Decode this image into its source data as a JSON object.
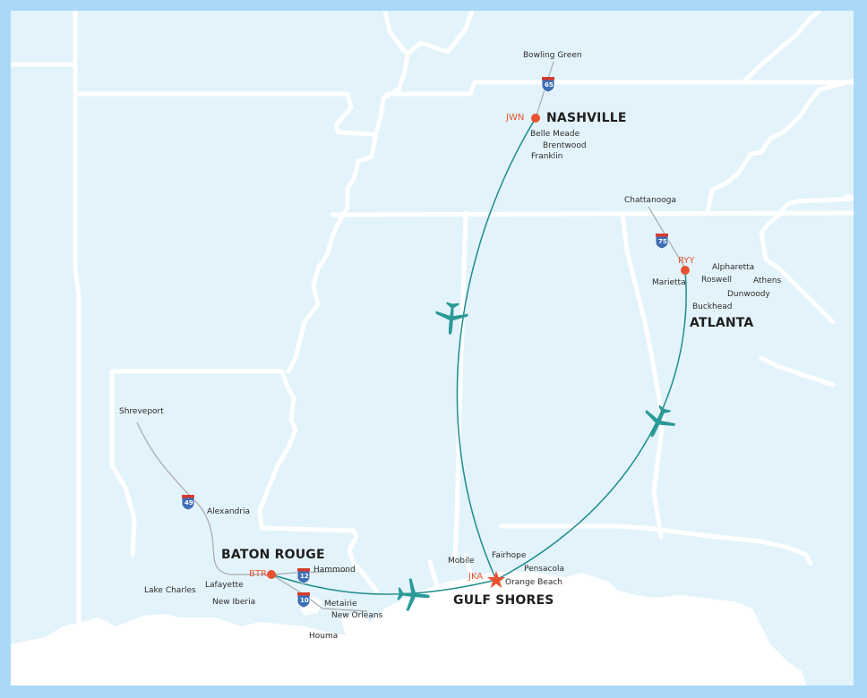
{
  "colors": {
    "frame": "#A9D9F6",
    "land": "#E3F3FB",
    "state_lines": "#FFFFFF",
    "route": "#1E8C8C",
    "plane": "#2A9A98",
    "airport": "#E8532F",
    "highway_line": "#A8A8A8",
    "interstate_shield": "#3E6FB6",
    "interstate_top": "#D63A2E",
    "text": "#2B2B2B"
  },
  "hub": {
    "name": "GULF SHORES",
    "code": "JKA",
    "icon": "star-icon",
    "nearby": [
      "Mobile",
      "Fairhope",
      "Pensacola",
      "Orange Beach"
    ]
  },
  "origins": [
    {
      "name": "NASHVILLE",
      "code": "JWN",
      "icon": "airport-dot-icon",
      "interstate": "65",
      "highway_endpoint": "Bowling Green",
      "nearby": [
        "Belle Meade",
        "Brentwood",
        "Franklin"
      ]
    },
    {
      "name": "ATLANTA",
      "code": "RYY",
      "icon": "airport-dot-icon",
      "interstate": "75",
      "highway_endpoint": "Chattanooga",
      "nearby": [
        "Marietta",
        "Alpharetta",
        "Roswell",
        "Athens",
        "Dunwoody",
        "Buckhead"
      ]
    },
    {
      "name": "BATON ROUGE",
      "code": "BTR",
      "icon": "airport-dot-icon",
      "interstates": [
        "49",
        "12",
        "10"
      ],
      "highway_endpoints": [
        "Shreveport",
        "Alexandria",
        "Hammond",
        "Metairie",
        "New Orleans"
      ],
      "nearby": [
        "Lafayette",
        "Lake Charles",
        "New Iberia",
        "Houma"
      ]
    }
  ],
  "routes": [
    {
      "from": "JWN",
      "to": "JKA",
      "icon": "airplane-icon"
    },
    {
      "from": "RYY",
      "to": "JKA",
      "icon": "airplane-icon"
    },
    {
      "from": "BTR",
      "to": "JKA",
      "icon": "airplane-icon"
    }
  ],
  "labels": {
    "bowling_green": "Bowling Green",
    "nashville": "NASHVILLE",
    "jwn": "JWN",
    "belle_meade": "Belle Meade",
    "brentwood": "Brentwood",
    "franklin": "Franklin",
    "chattanooga": "Chattanooga",
    "ryy": "RYY",
    "marietta": "Marietta",
    "alpharetta": "Alpharetta",
    "roswell": "Roswell",
    "athens": "Athens",
    "dunwoody": "Dunwoody",
    "buckhead": "Buckhead",
    "atlanta": "ATLANTA",
    "shreveport": "Shreveport",
    "alexandria": "Alexandria",
    "baton_rouge": "BATON ROUGE",
    "btr": "BTR",
    "hammond": "Hammond",
    "lafayette": "Lafayette",
    "lake_charles": "Lake Charles",
    "new_iberia": "New Iberia",
    "metairie": "Metairie",
    "new_orleans": "New Orleans",
    "houma": "Houma",
    "mobile": "Mobile",
    "fairhope": "Fairhope",
    "pensacola": "Pensacola",
    "jka": "JKA",
    "orange_beach": "Orange Beach",
    "gulf_shores": "GULF SHORES",
    "i65": "65",
    "i75": "75",
    "i49": "49",
    "i12": "12",
    "i10": "10"
  }
}
